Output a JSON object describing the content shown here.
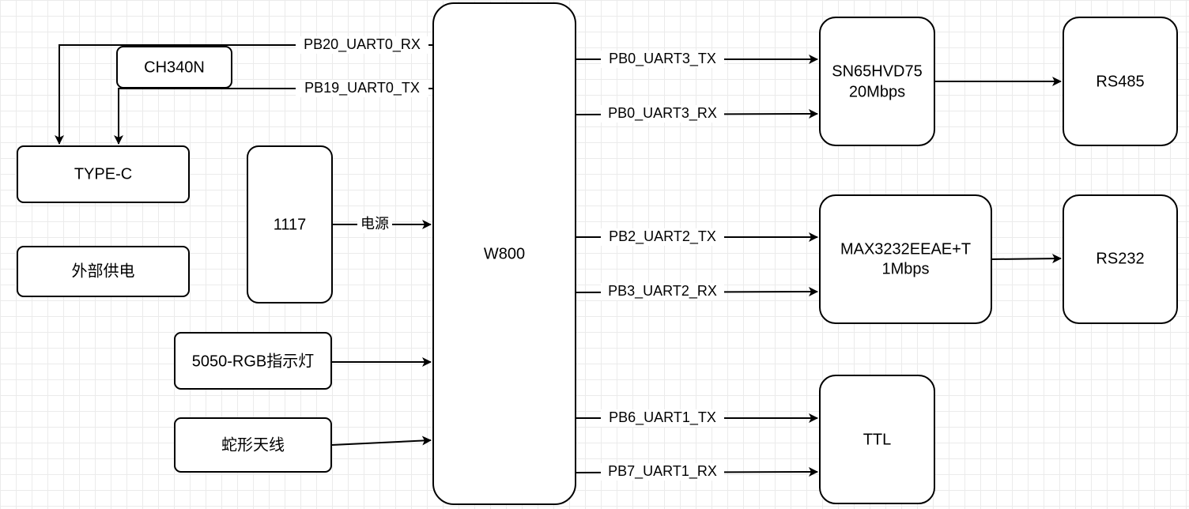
{
  "nodes": {
    "w800": "W800",
    "ch340n": "CH340N",
    "type_c": "TYPE-C",
    "ldo_1117": "1117",
    "ext_power": "外部供电",
    "rgb_led": "5050-RGB指示灯",
    "antenna": "蛇形天线",
    "sn65hvd75": [
      "SN65HVD75",
      "20Mbps"
    ],
    "max3232": [
      "MAX3232EEAE+T",
      "1Mbps"
    ],
    "rs485": "RS485",
    "rs232": "RS232",
    "ttl": "TTL"
  },
  "edges": {
    "uart0_rx": "PB20_UART0_RX",
    "uart0_tx": "PB19_UART0_TX",
    "power": "电源",
    "uart3_tx": "PB0_UART3_TX",
    "uart3_rx": "PB0_UART3_RX",
    "uart2_tx": "PB2_UART2_TX",
    "uart2_rx": "PB3_UART2_RX",
    "uart1_tx": "PB6_UART1_TX",
    "uart1_rx": "PB7_UART1_RX"
  }
}
